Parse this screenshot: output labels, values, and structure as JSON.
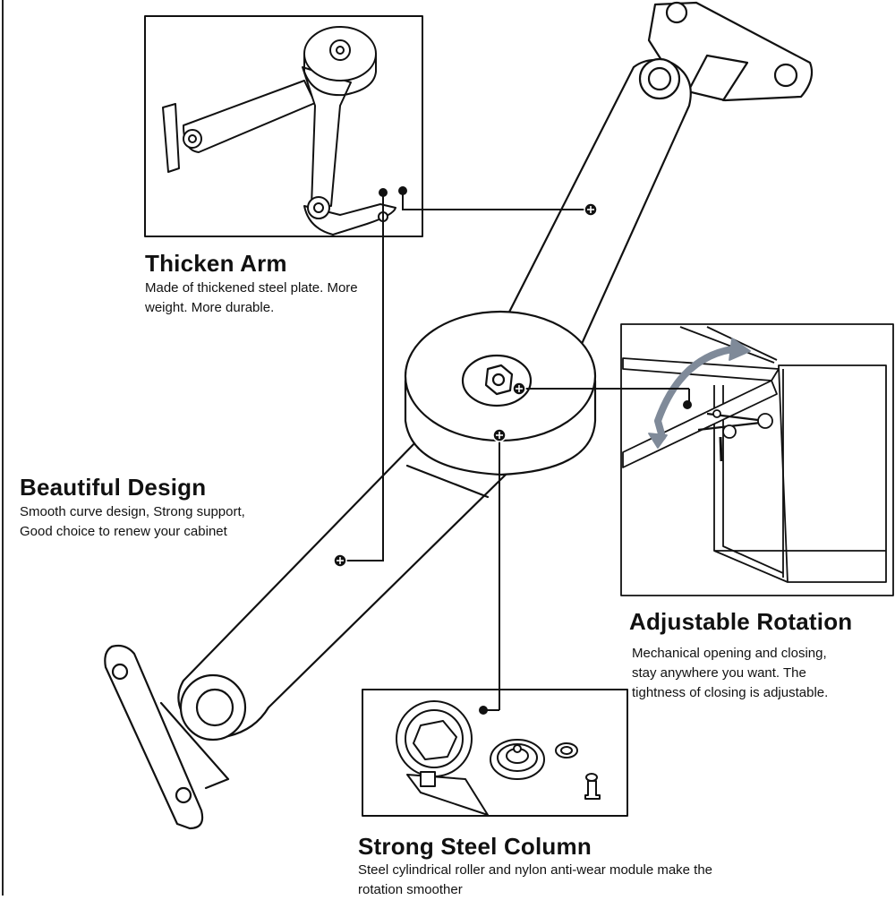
{
  "features": {
    "thicken_arm": {
      "title": "Thicken Arm",
      "lines": [
        "Made of thickened steel plate. More",
        "weight. More durable."
      ]
    },
    "beautiful_design": {
      "title": "Beautiful Design",
      "lines": [
        "Smooth curve design, Strong support,",
        "Good choice to renew your cabinet"
      ]
    },
    "adjustable_rotation": {
      "title": "Adjustable Rotation",
      "lines": [
        "Mechanical opening and closing,",
        "stay anywhere you want. The",
        "tightness of closing is adjustable."
      ]
    },
    "strong_steel_column": {
      "title": "Strong Steel Column",
      "lines": [
        "Steel cylindrical roller and nylon anti-wear module make the",
        "rotation smoother"
      ]
    }
  },
  "colors": {
    "ink": "#111111",
    "arrow": "#7f8a99"
  }
}
